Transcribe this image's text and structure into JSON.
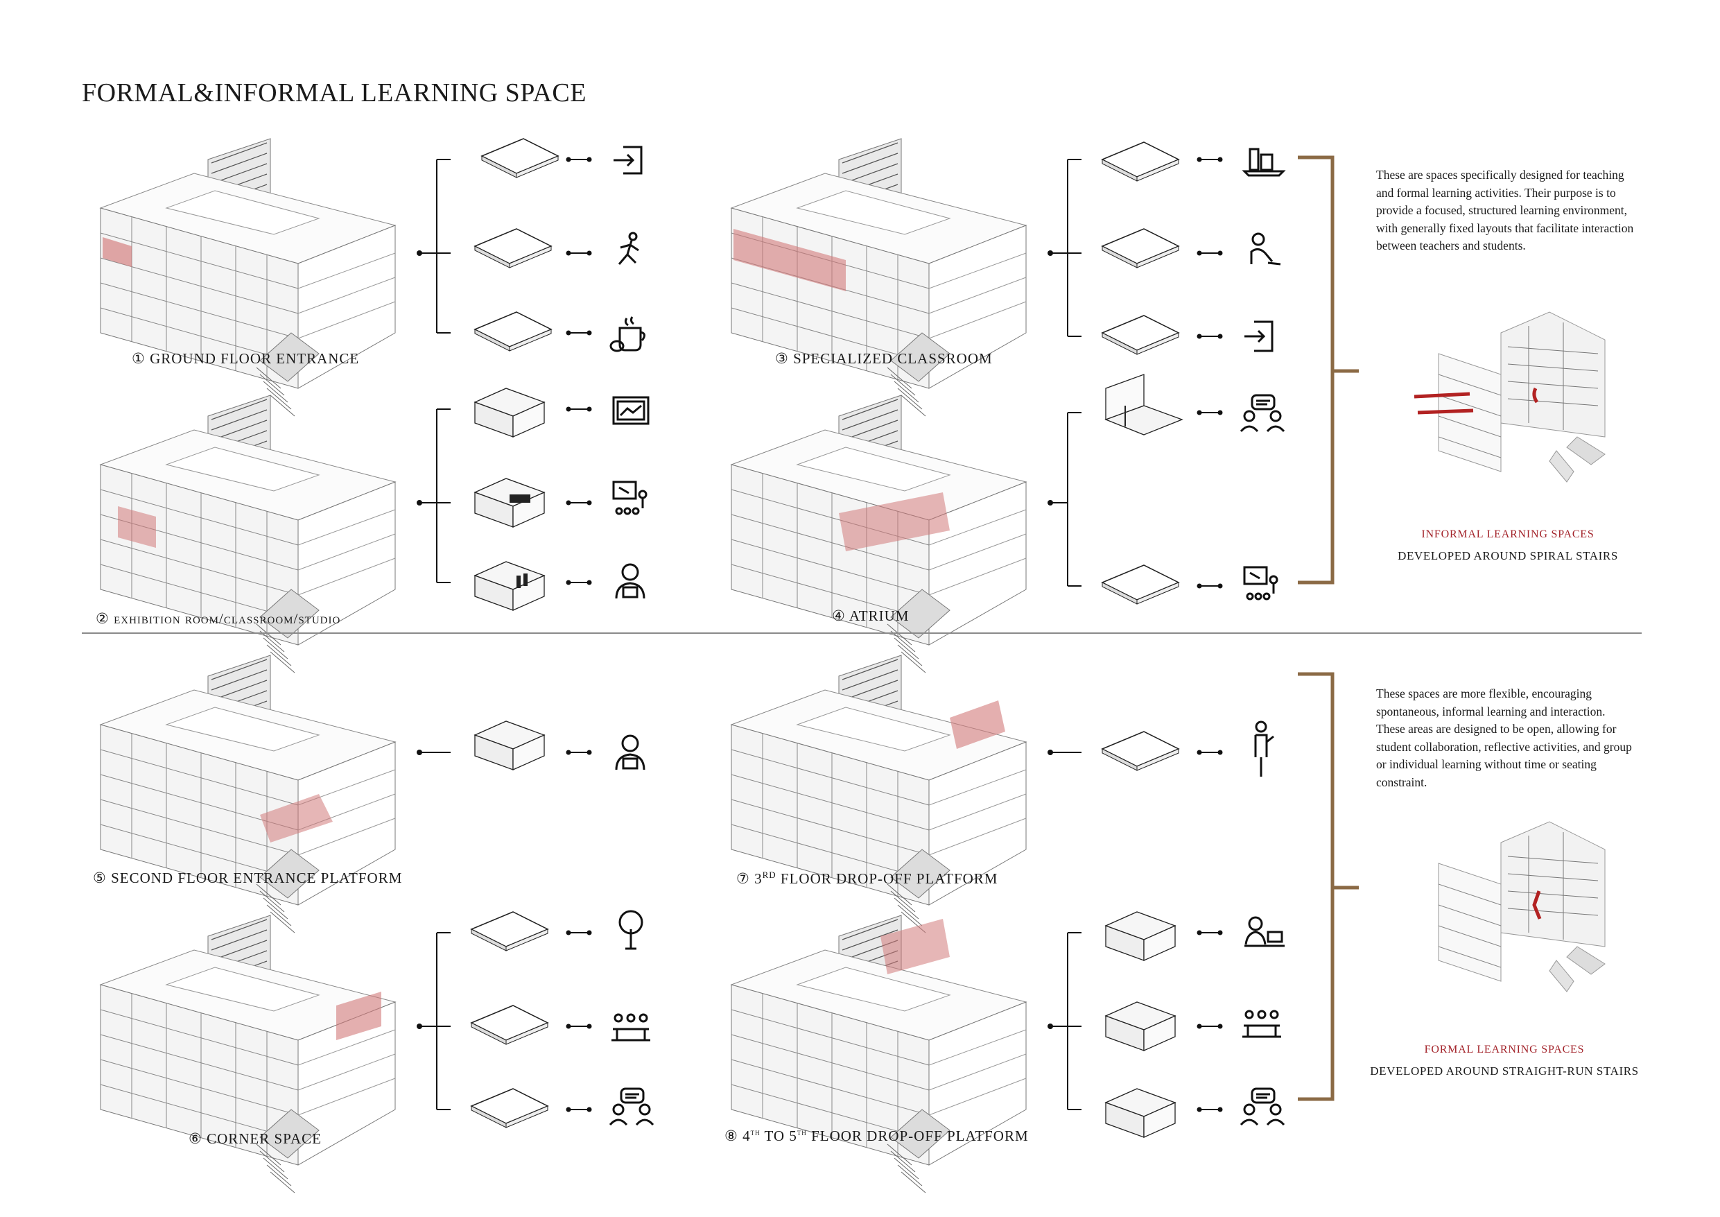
{
  "title": "FORMAL&INFORMAL LEARNING SPACE",
  "accent_color": "#a3232a",
  "bracket_color": "#8b6a45",
  "highlight_color": "#d27a7a",
  "items": [
    {
      "num": "①",
      "label": "GROUND FLOOR ENTRANCE",
      "icons": [
        "entrance-icon",
        "running-person-icon",
        "coffee-icon"
      ]
    },
    {
      "num": "②",
      "label": "exhibition room/classroom/studio",
      "icons": [
        "exhibition-frame-icon",
        "lecture-icon",
        "laptop-user-icon"
      ]
    },
    {
      "num": "③",
      "label": "SPECIALIZED CLASSROOM",
      "icons": [
        "lab-icon",
        "reading-person-icon",
        "entrance-icon"
      ]
    },
    {
      "num": "④",
      "label": "ATRIUM",
      "icons": [
        "discussion-icon",
        "lecture-icon"
      ]
    },
    {
      "num": "⑤",
      "label": "SECOND FLOOR ENTRANCE PLATFORM",
      "icons": [
        "laptop-user-icon"
      ]
    },
    {
      "num": "⑥",
      "label": "CORNER SPACE",
      "icons": [
        "tree-icon",
        "group-meeting-icon",
        "discussion-icon"
      ]
    },
    {
      "num": "⑦",
      "label_pre": "3",
      "label_sup": "RD",
      "label_post": " FLOOR DROP-OFF PLATFORM",
      "icons": [
        "standing-speaker-icon"
      ]
    },
    {
      "num": "⑧",
      "label_a": "4",
      "label_sup_a": "th",
      "label_b": " TO 5",
      "label_sup_b": "th",
      "label_c": " FLOOR DROP-OFF PLATFORM",
      "icons": [
        "laptop-desk-icon",
        "group-meeting-icon",
        "discussion-icon"
      ]
    }
  ],
  "formal_text": "These are spaces specifically designed for teaching and formal learning activities. Their purpose is to provide a focused, structured learning environment, with generally fixed layouts that facilitate interaction between teachers and students.",
  "formal_caption_red": "INFORMAL LEARNING SPACES",
  "formal_caption": "DEVELOPED AROUND SPIRAL STAIRS",
  "informal_text": "These spaces are more flexible, encouraging spontaneous, informal learning and interaction. These areas are designed to be open, allowing for student collaboration, reflective activities, and group or individual learning without time or seating constraint.",
  "informal_caption_red": "FORMAL LEARNING SPACES",
  "informal_caption": "DEVELOPED AROUND STRAIGHT-RUN STAIRS"
}
